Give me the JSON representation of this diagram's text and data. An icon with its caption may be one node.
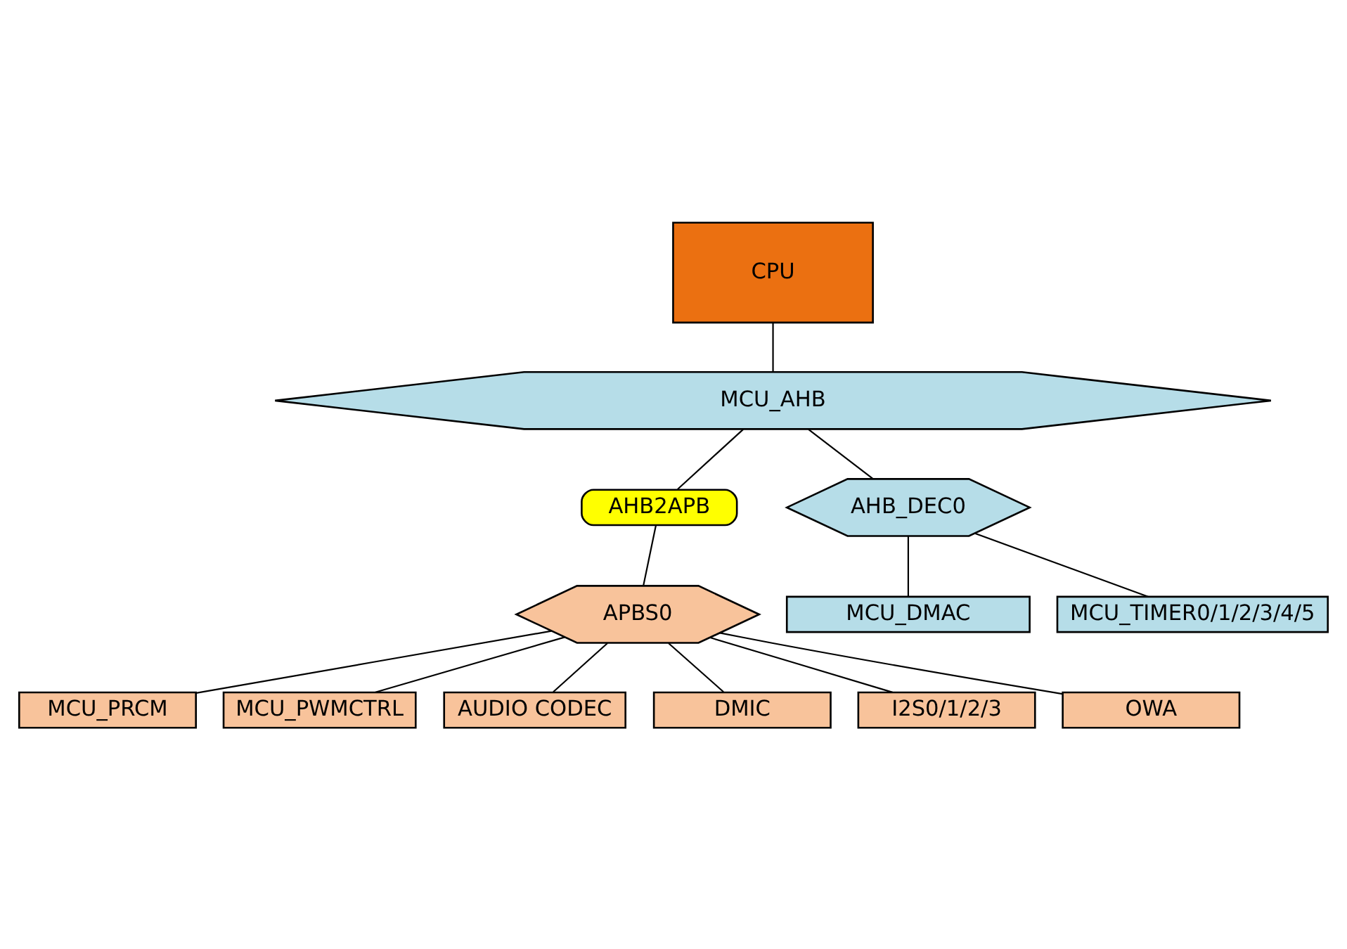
{
  "diagram": {
    "nodes": [
      {
        "text": [
          "CPU"
        ]
      },
      {
        "text": [
          "MCU_AHB"
        ]
      },
      {
        "text": [
          "AHB2APB"
        ]
      },
      {
        "text": [
          "APBS0"
        ]
      },
      {
        "text": [
          "AHB_DEC0"
        ]
      },
      {
        "text": [
          "MCU_PRCM"
        ]
      },
      {
        "text": [
          "MCU_PWMCTRL"
        ]
      },
      {
        "text": [
          "AUDIO CODEC"
        ]
      },
      {
        "text": [
          "DMIC"
        ]
      },
      {
        "text": [
          "I2S0/1/2/3"
        ]
      },
      {
        "text": [
          "OWA"
        ]
      },
      {
        "text": [
          "MCU_DMAC"
        ]
      },
      {
        "text": [
          "MCU_TIMER0/1/2/3/4/5"
        ]
      }
    ],
    "edges": [
      {
        "from": 0,
        "to": 1,
        "arrow": "none"
      },
      {
        "from": 1,
        "to": 2,
        "arrow": "none"
      },
      {
        "from": 2,
        "to": 3,
        "arrow": "none"
      },
      {
        "from": 1,
        "to": 4,
        "arrow": "none"
      },
      {
        "from": 3,
        "to": 5,
        "arrow": "none"
      },
      {
        "from": 3,
        "to": 6,
        "arrow": "none"
      },
      {
        "from": 3,
        "to": 7,
        "arrow": "none"
      },
      {
        "from": 3,
        "to": 8,
        "arrow": "none"
      },
      {
        "from": 3,
        "to": 9,
        "arrow": "none"
      },
      {
        "from": 3,
        "to": 10,
        "arrow": "none"
      },
      {
        "from": 4,
        "to": 11,
        "arrow": "none"
      },
      {
        "from": 4,
        "to": 12,
        "arrow": "none"
      }
    ]
  }
}
